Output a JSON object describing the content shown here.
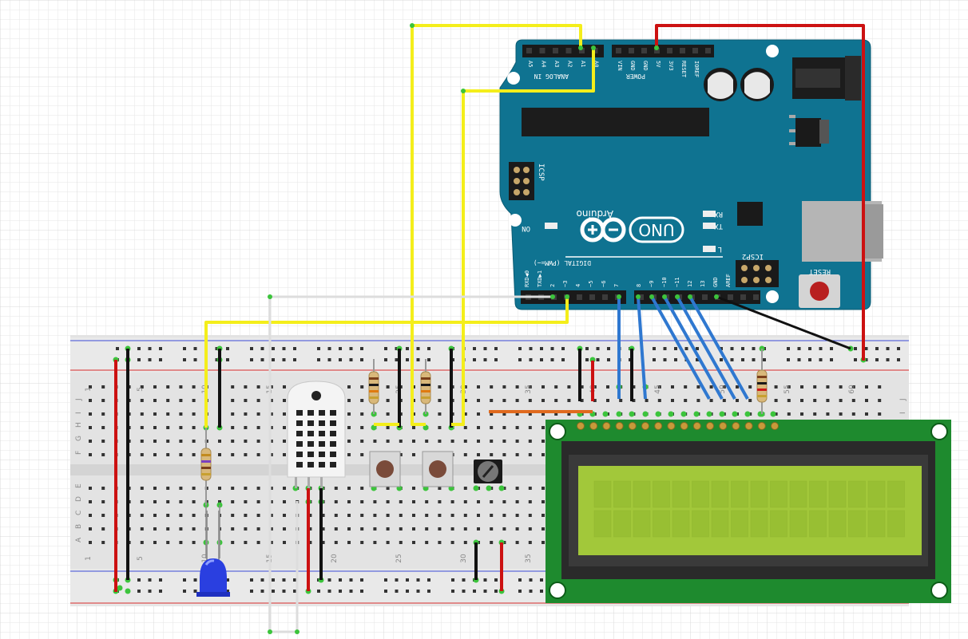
{
  "colors": {
    "arduino_board": "#0f7391",
    "breadboard": "#e3e3e3",
    "lcd_board": "#1e8a2e",
    "lcd_screen": "#a2c83a",
    "wire_power": "#cc1111",
    "wire_ground": "#111111",
    "wire_analog": "#f4ee1b",
    "wire_data": "#2f78d0",
    "wire_white": "#dddddd",
    "wire_orange": "#e06a1e",
    "led": "#2a3fe0"
  },
  "arduino": {
    "brand": "Arduino",
    "model": "UNO",
    "header_analog": "ANALOG IN",
    "header_power": "POWER",
    "header_digital": "DIGITAL (PWM=~)",
    "icsp": "ICSP",
    "icsp2": "ICSP2",
    "reset": "RESET",
    "on": "ON",
    "rx": "RX",
    "tx": "TX",
    "l": "L",
    "analog_pins": [
      "A5",
      "A4",
      "A3",
      "A2",
      "A1",
      "A0"
    ],
    "power_pins": [
      "VIN",
      "GND",
      "GND",
      "5V",
      "3V3",
      "RESET",
      "IOREF"
    ],
    "digital_pins_low": [
      "RXD◀0",
      "TXD▶1",
      "2",
      "~3",
      "4",
      "~5",
      "~6",
      "7"
    ],
    "digital_pins_high": [
      "8",
      "~9",
      "~10",
      "~11",
      "12",
      "13",
      "GND",
      "AREF"
    ]
  },
  "breadboard": {
    "col_numbers": [
      "1",
      "5",
      "10",
      "15",
      "20",
      "25",
      "30",
      "35",
      "40",
      "45",
      "50",
      "55",
      "60"
    ],
    "row_letters_top": [
      "J",
      "I",
      "H",
      "G",
      "F"
    ],
    "row_letters_bottom": [
      "E",
      "D",
      "C",
      "B",
      "A"
    ]
  },
  "components": {
    "lcd": "16x2 LCD",
    "dht": "DHT sensor",
    "led": "LED",
    "pot": "potentiometer",
    "buttons": 2,
    "resistors": 4
  }
}
